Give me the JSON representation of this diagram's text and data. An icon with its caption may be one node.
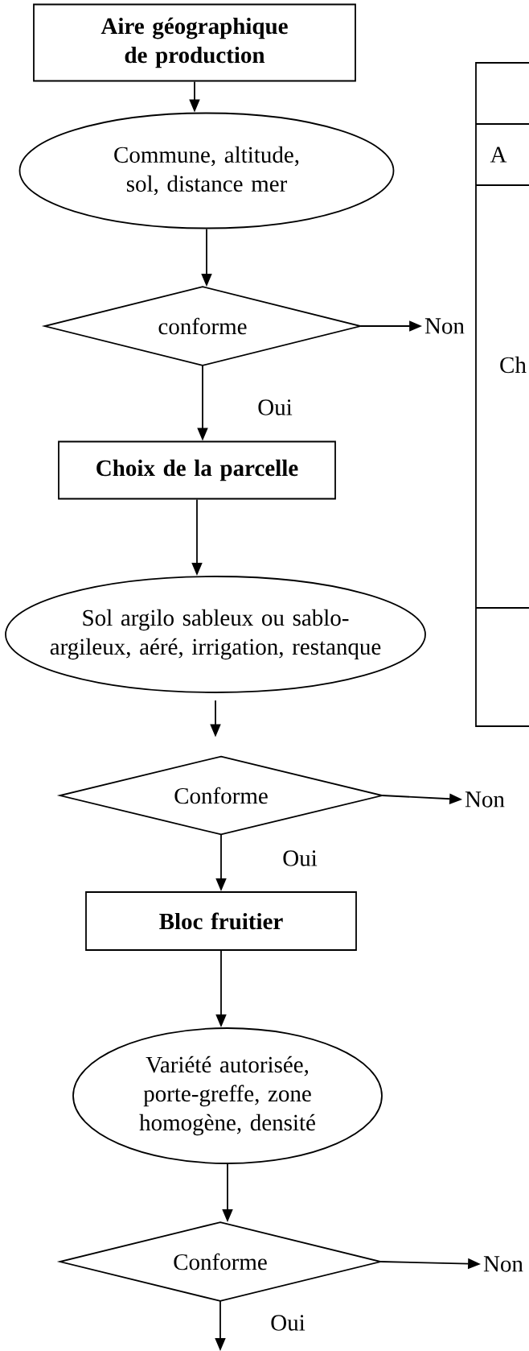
{
  "diagram": {
    "nodes": [
      {
        "text": [
          "Aire géographique de production"
        ]
      },
      {
        "text": [
          "Commune, altitude, sol, distance mer"
        ]
      },
      {
        "text": [
          "conforme"
        ]
      },
      {
        "text": [
          "Non"
        ]
      },
      {
        "text": [
          "Choix de la parcelle"
        ]
      },
      {
        "text": [
          "Sol argilo sableux ou sablo-argileux, aéré, irrigation, restanque"
        ]
      },
      {
        "text": [
          "Conforme"
        ]
      },
      {
        "text": [
          "Non"
        ]
      },
      {
        "text": [
          "Bloc fruitier"
        ]
      },
      {
        "text": [
          "Variété autorisée, porte-greffe, zone homogène, densité"
        ]
      },
      {
        "text": [
          "Conforme"
        ]
      },
      {
        "text": [
          "Non"
        ]
      }
    ],
    "edges": [
      {
        "from": 0,
        "to": 1,
        "arrow": "to"
      },
      {
        "from": 1,
        "to": 2,
        "arrow": "to"
      },
      {
        "from": 2,
        "to": 3,
        "arrow": "to"
      },
      {
        "from": 2,
        "to": 4,
        "arrow": "to",
        "label": "Oui"
      },
      {
        "from": 4,
        "to": 5,
        "arrow": "to"
      },
      {
        "from": 5,
        "to": 6,
        "arrow": "to"
      },
      {
        "from": 6,
        "to": 7,
        "arrow": "to"
      },
      {
        "from": 6,
        "to": 8,
        "arrow": "to",
        "label": "Oui"
      },
      {
        "from": 8,
        "to": 9,
        "arrow": "to"
      },
      {
        "from": 9,
        "to": 10,
        "arrow": "to"
      },
      {
        "from": 10,
        "to": 11,
        "arrow": "to"
      },
      {
        "from": 10,
        "to": null,
        "arrow": "to",
        "label": "Oui"
      }
    ],
    "labels": [
      "A",
      "Ch"
    ]
  }
}
